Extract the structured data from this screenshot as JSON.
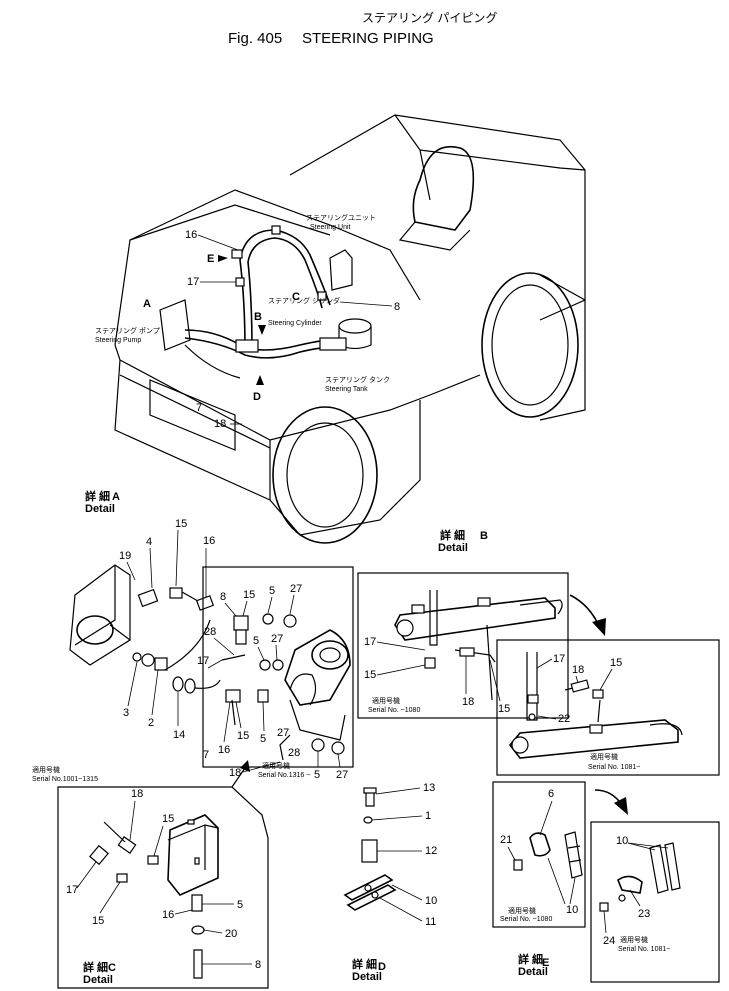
{
  "header": {
    "jp_title": "ステアリング パイピング",
    "fig": "Fig. 405",
    "title": "STEERING PIPING"
  },
  "main_view": {
    "steering_unit_jp": "ステアリングユニット",
    "steering_unit": "Steering Unit",
    "steering_cylinder_jp": "ステアリング シリンダ",
    "steering_cylinder": "Steering Cylinder",
    "steering_pump_jp": "ステアリング ポンプ",
    "steering_pump": "Steering Pump",
    "steering_tank_jp": "ステアリング タンク",
    "steering_tank": "Steering Tank",
    "view_a": "A",
    "view_b": "B",
    "view_c": "C",
    "view_d": "D",
    "view_e": "E",
    "n16": "16",
    "n17": "17",
    "n8": "8",
    "n7": "7",
    "n18": "18"
  },
  "detail_a": {
    "jp": "詳 細",
    "letter": "A",
    "label": "Detail",
    "serial": "Serial No.1316 ~",
    "serial_jp": "適用号機",
    "nums": {
      "n19": "19",
      "n4": "4",
      "n15a": "15",
      "n16": "16",
      "n8": "8",
      "n15b": "15",
      "n5a": "5",
      "n27a": "27",
      "n28a": "28",
      "n5b": "5",
      "n27b": "27",
      "n17": "17",
      "n3": "3",
      "n2": "2",
      "n14": "14",
      "n7": "7",
      "n16b": "16",
      "n15c": "15",
      "n5c": "5",
      "n27c": "27",
      "n18": "18",
      "n28b": "28",
      "n5d": "5",
      "n27d": "27"
    }
  },
  "detail_b": {
    "jp": "詳 細",
    "letter": "B",
    "label": "Detail",
    "serial1": "Serial No. ~1080",
    "serial2": "Serial No. 1081~",
    "serial_jp": "適用号機",
    "nums": {
      "n17": "17",
      "n15": "15",
      "n18": "18",
      "n15b": "15",
      "n17b": "17",
      "n18b": "18",
      "n15c": "15",
      "n22": "22"
    }
  },
  "detail_c": {
    "jp": "詳 細",
    "letter": "C",
    "label": "Detail",
    "serial_jp": "適用号機",
    "serial": "Serial No.1001~1315",
    "nums": {
      "n18": "18",
      "n15": "15",
      "n17": "17",
      "n15b": "15",
      "n16": "16",
      "n5": "5",
      "n20": "20",
      "n8": "8"
    }
  },
  "detail_d": {
    "jp": "詳 細",
    "letter": "D",
    "label": "Detail",
    "nums": {
      "n13": "13",
      "n1": "1",
      "n12": "12",
      "n10": "10",
      "n11": "11"
    }
  },
  "detail_e": {
    "jp": "詳 細",
    "letter": "E",
    "label": "Detail",
    "serial1": "Serial No. ~1080",
    "serial2": "Serial No. 1081~",
    "serial_jp": "適用号機",
    "nums": {
      "n21": "21",
      "n6": "6",
      "n10": "10",
      "n10b": "10",
      "n23": "23",
      "n24": "24"
    }
  }
}
